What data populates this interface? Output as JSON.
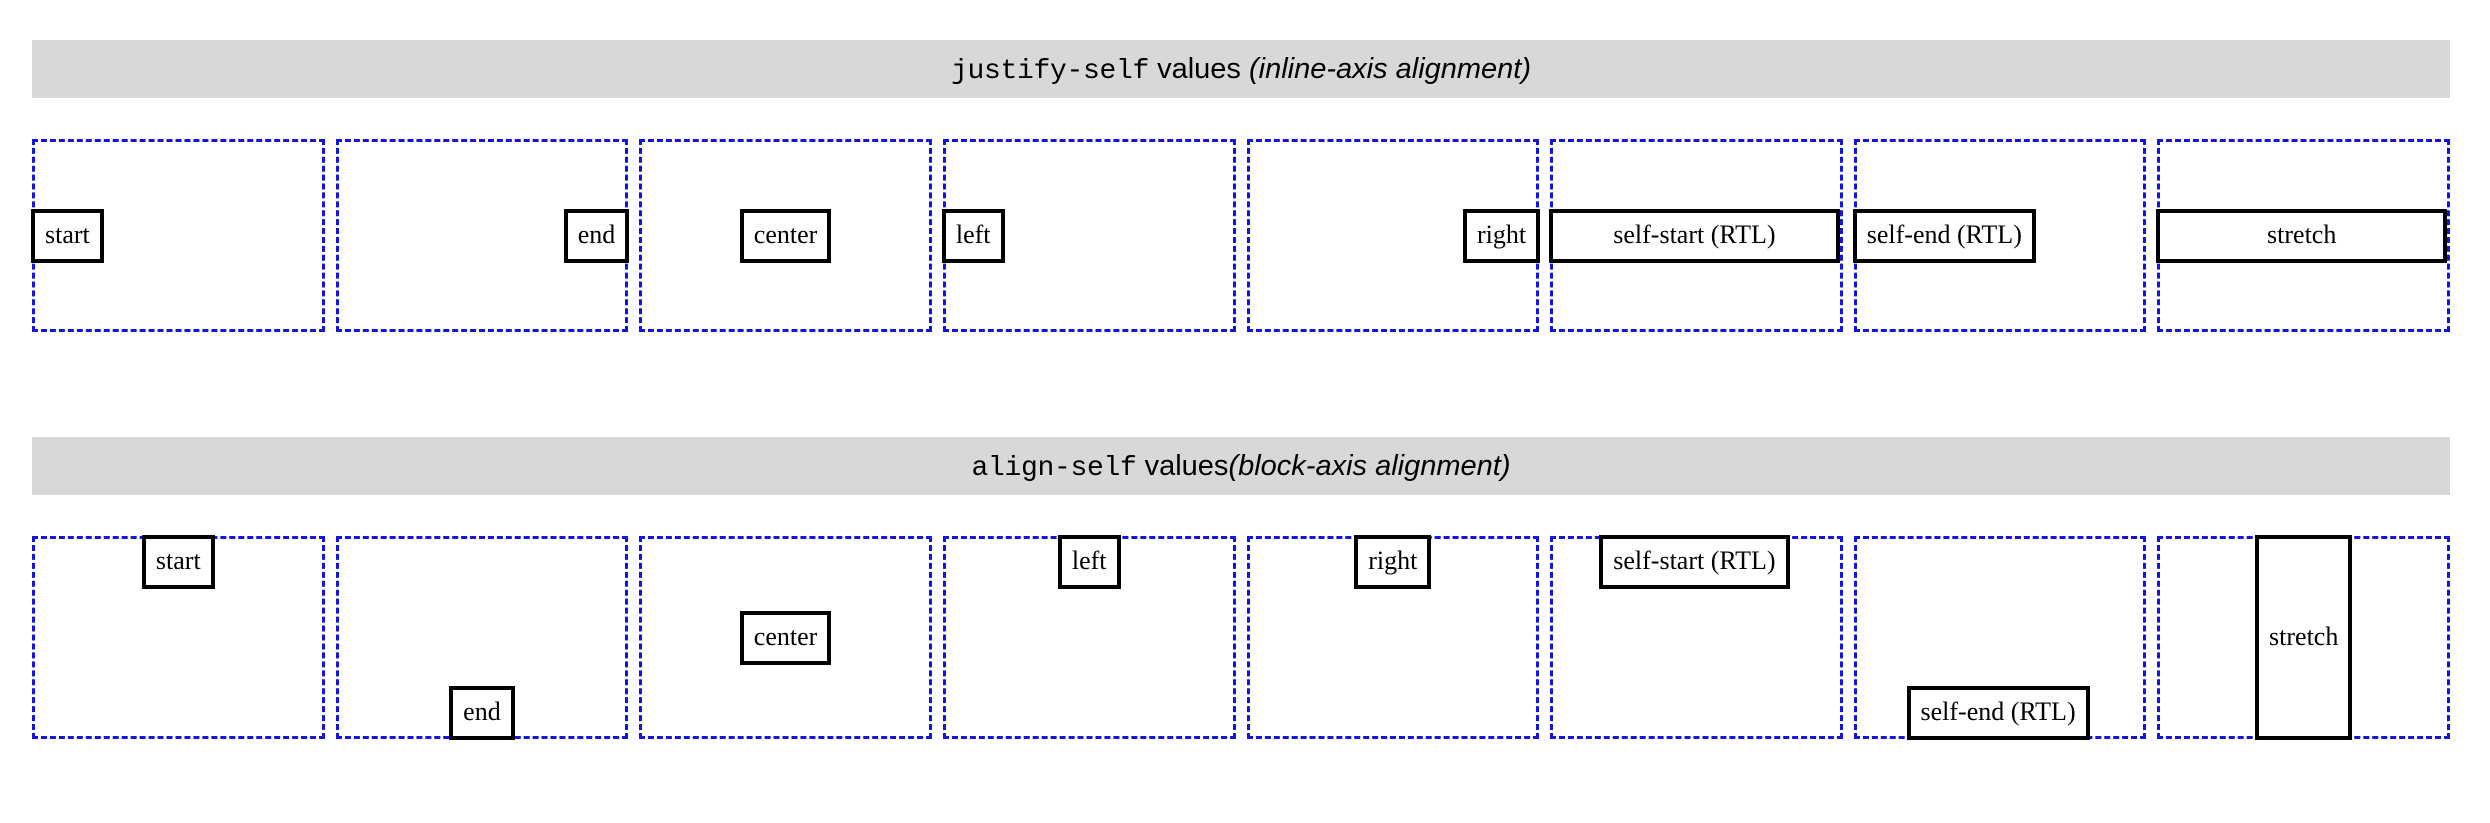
{
  "sections": [
    {
      "id": "justify-self",
      "caption": {
        "property": "justify-self",
        "middle": " values ",
        "note": "(inline-axis alignment)"
      },
      "cells": [
        {
          "label": "start",
          "value": "start"
        },
        {
          "label": "end",
          "value": "end"
        },
        {
          "label": "center",
          "value": "center"
        },
        {
          "label": "left",
          "value": "left"
        },
        {
          "label": "right",
          "value": "right"
        },
        {
          "label": "self-start (RTL)",
          "value": "self-start"
        },
        {
          "label": "self-end (RTL)",
          "value": "self-end"
        },
        {
          "label": "stretch",
          "value": "stretch"
        }
      ]
    },
    {
      "id": "align-self",
      "caption": {
        "property": "align-self",
        "middle": " values",
        "note": "(block-axis alignment)"
      },
      "cells": [
        {
          "label": "start",
          "value": "start"
        },
        {
          "label": "end",
          "value": "end"
        },
        {
          "label": "center",
          "value": "center"
        },
        {
          "label": "left",
          "value": "left"
        },
        {
          "label": "right",
          "value": "right"
        },
        {
          "label": "self-start (RTL)",
          "value": "self-start"
        },
        {
          "label": "self-end (RTL)",
          "value": "self-end"
        },
        {
          "label": "stretch",
          "value": "stretch"
        }
      ]
    }
  ],
  "colors": {
    "caption_background": "#d8d8d8",
    "cell_outline": "#1414e0",
    "box_border": "#000000",
    "page_background": "#ffffff",
    "text": "#000000"
  }
}
